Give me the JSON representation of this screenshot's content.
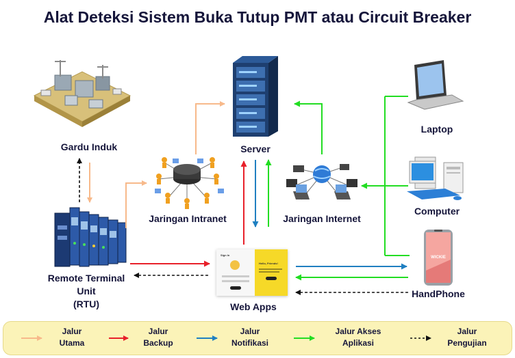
{
  "title": "Alat Deteksi Sistem Buka Tutup PMT atau Circuit Breaker",
  "nodes": {
    "gardu_induk": "Gardu Induk",
    "rtu_line1": "Remote Terminal",
    "rtu_line2": "Unit",
    "rtu_line3": "(RTU)",
    "jaringan_intranet": "Jaringan Intranet",
    "server": "Server",
    "jaringan_internet": "Jaringan Internet",
    "web_apps": "Web Apps",
    "laptop": "Laptop",
    "computer": "Computer",
    "handphone": "HandPhone"
  },
  "webapp_screen": {
    "sign_in": "Sign In",
    "hello": "Hello, Friends!"
  },
  "phone_screen": "WICKIE",
  "legend": [
    {
      "line1": "Jalur",
      "line2": "Utama",
      "color": "#f7b98a",
      "style": "solid"
    },
    {
      "line1": "Jalur",
      "line2": "Backup",
      "color": "#e8202a",
      "style": "solid"
    },
    {
      "line1": "Jalur",
      "line2": "Notifikasi",
      "color": "#1f7fc1",
      "style": "solid"
    },
    {
      "line1": "Jalur Akses",
      "line2": "Aplikasi",
      "color": "#22dd22",
      "style": "solid"
    },
    {
      "line1": "Jalur",
      "line2": "Pengujian",
      "color": "#111111",
      "style": "dashed"
    }
  ]
}
